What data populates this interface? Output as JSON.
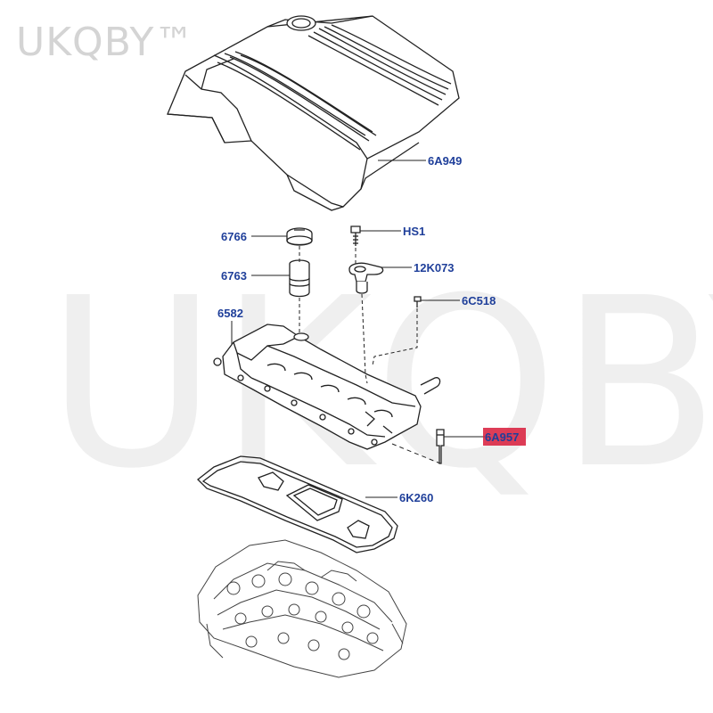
{
  "watermark": {
    "small": "UKQBY™",
    "large": "UKQBY™"
  },
  "callouts": [
    {
      "id": "engine-cover",
      "text": "6A949"
    },
    {
      "id": "oil-filler-cap",
      "text": "6766"
    },
    {
      "id": "filler-neck",
      "text": "6763"
    },
    {
      "id": "bolt",
      "text": "HS1"
    },
    {
      "id": "sensor",
      "text": "12K073"
    },
    {
      "id": "stud",
      "text": "6C518"
    },
    {
      "id": "valve-cover",
      "text": "6582"
    },
    {
      "id": "pcv-tube",
      "text": "6A957",
      "highlighted": true
    },
    {
      "id": "gasket",
      "text": "6K260"
    }
  ],
  "colors": {
    "label": "#1f3f9a",
    "highlight": "#d81b3a",
    "line": "#222222",
    "watermark": "#d4d4d4"
  }
}
